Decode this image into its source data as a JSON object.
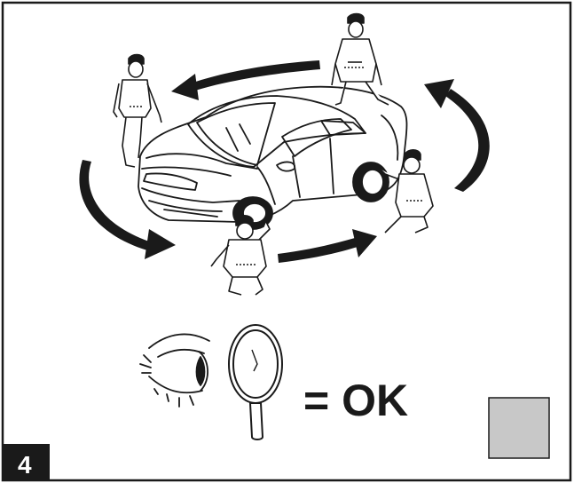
{
  "step": {
    "number": "4",
    "badge_color": "#1a1a1a"
  },
  "result": {
    "text": "= OK",
    "checkbox_fill": "#c8c8c8"
  },
  "illustration": {
    "subject": "car-walkaround-inspection",
    "icons": [
      "eye-icon",
      "magnifier-icon",
      "mechanic-standing-icon",
      "mechanic-crouching-icon",
      "rotation-arrow-icon"
    ]
  }
}
